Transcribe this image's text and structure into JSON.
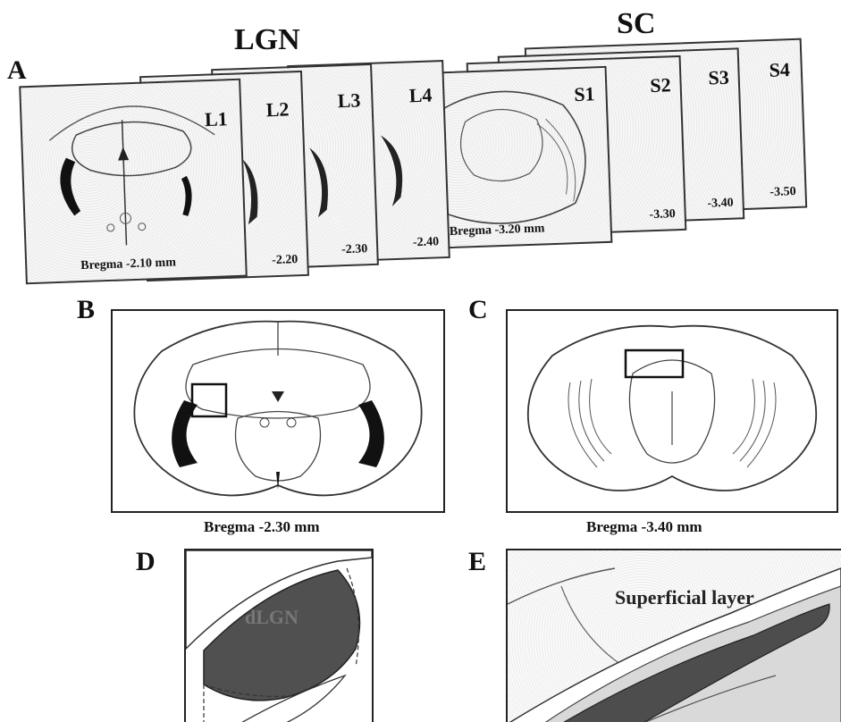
{
  "titles": {
    "lgn": "LGN",
    "sc": "SC"
  },
  "panels": {
    "a": "A",
    "b": "B",
    "c": "C",
    "d": "D",
    "e": "E"
  },
  "lgn_slices": [
    {
      "label": "L1",
      "bregma": "Bregma -2.10 mm"
    },
    {
      "label": "L2",
      "bregma": "-2.20"
    },
    {
      "label": "L3",
      "bregma": "-2.30"
    },
    {
      "label": "L4",
      "bregma": "-2.40"
    }
  ],
  "sc_slices": [
    {
      "label": "S1",
      "bregma": "Bregma -3.20 mm"
    },
    {
      "label": "S2",
      "bregma": "-3.30"
    },
    {
      "label": "S3",
      "bregma": "-3.40"
    },
    {
      "label": "S4",
      "bregma": "-3.50"
    }
  ],
  "panel_b_caption": "Bregma -2.30 mm",
  "panel_c_caption": "Bregma -3.40 mm",
  "panel_d_label": "dLGN",
  "panel_e_label": "Superficial layer"
}
